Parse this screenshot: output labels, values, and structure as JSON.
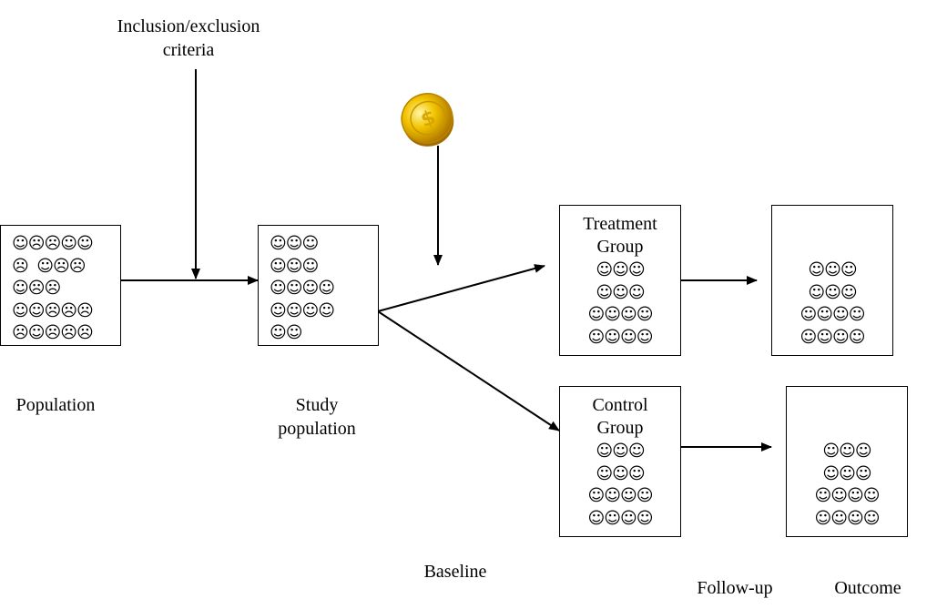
{
  "labels": {
    "criteria": [
      "Inclusion/exclusion",
      "criteria"
    ],
    "population": "Population",
    "study_population": [
      "Study",
      "population"
    ],
    "baseline": "Baseline",
    "follow_up": "Follow-up",
    "outcome": "Outcome"
  },
  "boxes": {
    "population": {
      "rows": [
        "☺☹☹☺☺",
        "☹  ☺☹☹",
        "☺☹☹",
        "☺☺☹☹☹",
        "☹☺☹☹☹"
      ]
    },
    "study": {
      "rows": [
        "☺☺☺",
        "☺☺☺",
        "☺☺☺☺",
        "☺☺☺☺",
        "☺☺"
      ]
    },
    "treatment": {
      "title": [
        "Treatment",
        "Group"
      ],
      "rows": [
        "☺☺☺",
        "☺☺☺",
        "☺☺☺☺",
        "☺☺☺☺"
      ]
    },
    "control": {
      "title": [
        "Control",
        "Group"
      ],
      "rows": [
        "☺☺☺",
        "☺☺☺",
        "☺☺☺☺",
        "☺☺☺☺"
      ]
    },
    "treatment_outcome": {
      "rows": [
        "☺☺☺",
        "☺☺☺",
        "☺☺☺☺",
        "☺☺☺☺"
      ]
    },
    "control_outcome": {
      "rows": [
        "☺☺☺",
        "☺☺☺",
        "☺☺☺☺",
        "☺☺☺☺"
      ]
    }
  },
  "colors": {
    "coin": "#e8b700",
    "coin_highlight": "#fff3a0",
    "line": "#000000"
  },
  "icons": {
    "randomization": "gold-coin-icon",
    "face": "smiley-face-icon"
  }
}
